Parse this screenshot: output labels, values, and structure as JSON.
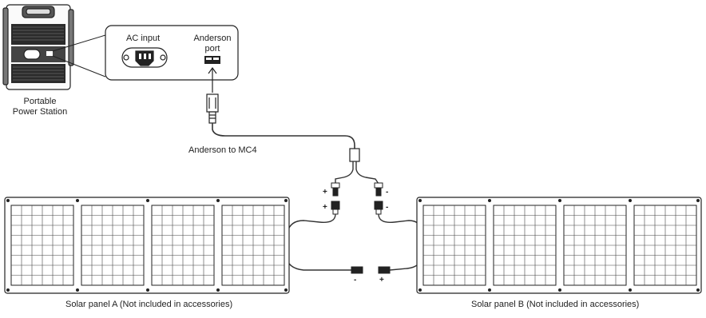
{
  "station": {
    "label_line1": "Portable",
    "label_line2": "Power Station"
  },
  "callout": {
    "ac_input": "AC input",
    "anderson_line1": "Anderson",
    "anderson_line2": "port"
  },
  "cable": {
    "label": "Anderson to MC4"
  },
  "connectors": {
    "left_top": "+",
    "left_bottom": "+",
    "right_top": "-",
    "right_bottom": "-",
    "panel_a_lead": "-",
    "panel_b_lead": "+"
  },
  "panels": {
    "a_caption": "Solar panel A (Not included in accessories)",
    "b_caption": "Solar panel B (Not included in accessories)"
  }
}
